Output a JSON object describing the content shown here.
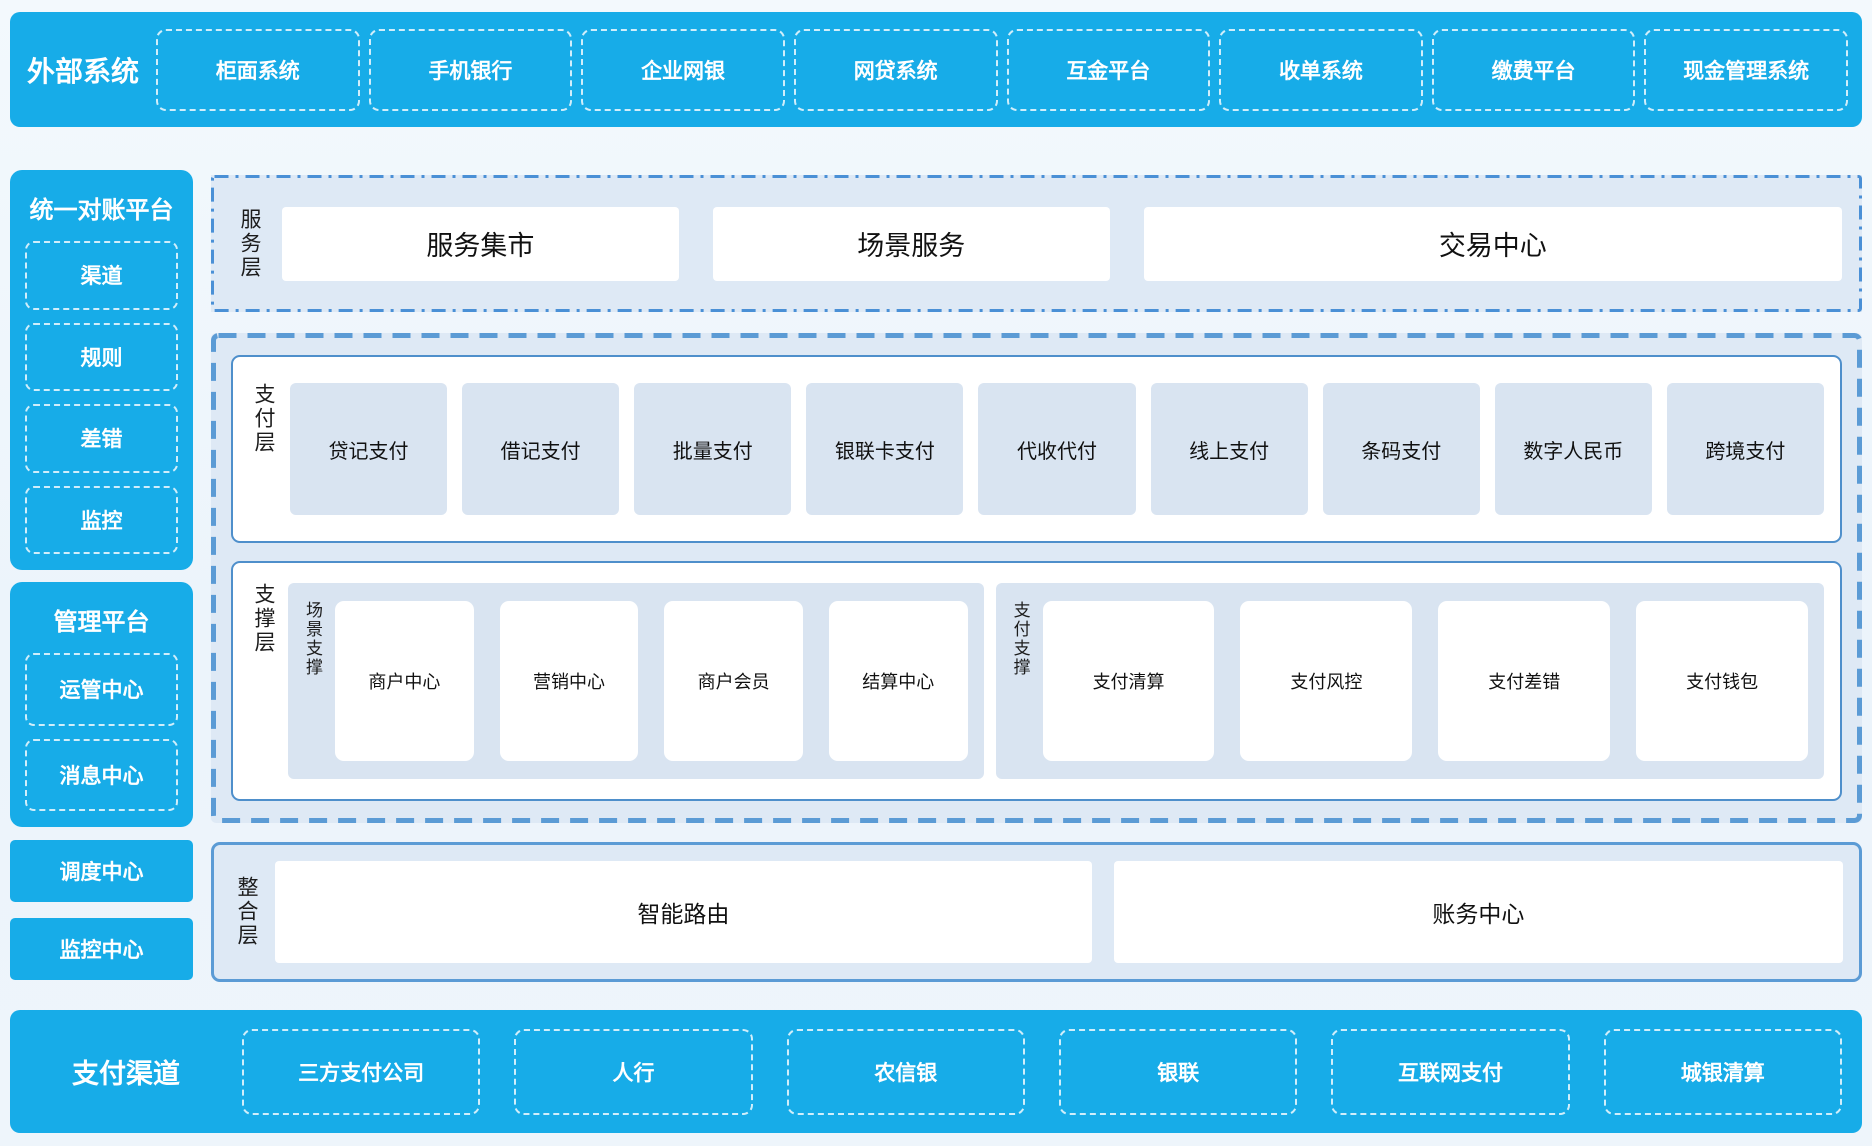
{
  "colors": {
    "accent_blue": "#17ace8",
    "panel_light_blue": "#dee9f5",
    "item_light_blue": "#d9e4f1",
    "solid_border_blue": "#4e8fcb",
    "dashed_border_blue": "#5b9bd5"
  },
  "top_bar": {
    "label": "外部系统",
    "items": [
      "柜面系统",
      "手机银行",
      "企业网银",
      "网贷系统",
      "互金平台",
      "收单系统",
      "缴费平台",
      "现金管理系统"
    ]
  },
  "sidebar": {
    "reconciliation": {
      "title": "统一对账平台",
      "items": [
        "渠道",
        "规则",
        "差错",
        "监控"
      ]
    },
    "management": {
      "title": "管理平台",
      "items": [
        "运管中心",
        "消息中心"
      ]
    },
    "solo_boxes": [
      "调度中心",
      "监控中心"
    ]
  },
  "main": {
    "service_layer": {
      "label": "服务层",
      "items": [
        "服务集市",
        "场景服务",
        "交易中心"
      ]
    },
    "payment_layer": {
      "label": "支付层",
      "items": [
        "贷记支付",
        "借记支付",
        "批量支付",
        "银联卡支付",
        "代收代付",
        "线上支付",
        "条码支付",
        "数字人民币",
        "跨境支付"
      ]
    },
    "support_layer": {
      "label": "支撑层",
      "groups": [
        {
          "label": "场景支撑",
          "items": [
            "商户中心",
            "营销中心",
            "商户会员",
            "结算中心"
          ]
        },
        {
          "label": "支付支撑",
          "items": [
            "支付清算",
            "支付风控",
            "支付差错",
            "支付钱包"
          ]
        }
      ]
    },
    "integration_layer": {
      "label": "整合层",
      "items": [
        "智能路由",
        "账务中心"
      ]
    }
  },
  "bottom_bar": {
    "label": "支付渠道",
    "items": [
      "三方支付公司",
      "人行",
      "农信银",
      "银联",
      "互联网支付",
      "城银清算"
    ]
  }
}
